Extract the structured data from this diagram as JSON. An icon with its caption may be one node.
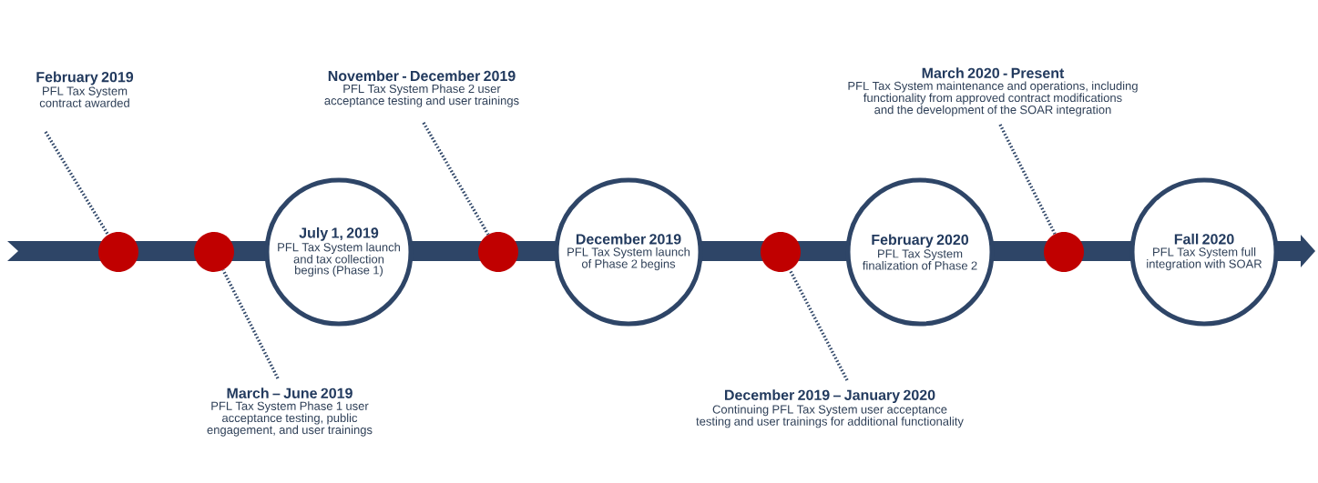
{
  "diagram": {
    "nodes": [
      {
        "text": [
          "February 2019",
          "PFL Tax System contract awarded"
        ]
      },
      {
        "text": [],
        "shape": "circle"
      },
      {
        "text": [],
        "shape": "circle"
      },
      {
        "text": [
          "March – June 2019",
          "PFL Tax System Phase 1 user acceptance testing, public engagement,  and user trainings"
        ]
      },
      {
        "text": [
          "July 1, 2019",
          "PFL Tax System launch and tax collection begins (Phase 1)"
        ]
      },
      {
        "text": [
          "November - December 2019",
          "PFL Tax System Phase 2 user acceptance testing and user trainings"
        ]
      },
      {
        "text": [],
        "shape": "circle"
      },
      {
        "text": [
          "December 2019",
          "PFL Tax System launch of Phase 2 begins"
        ]
      },
      {
        "text": [],
        "shape": "circle"
      },
      {
        "text": [
          "December 2019 – January 2020",
          "Continuing PFL Tax System user acceptance testing and user trainings for additional functionality"
        ]
      },
      {
        "text": [
          "February 2020",
          "PFL Tax System finalization of Phase 2"
        ]
      },
      {
        "text": [
          "March 2020 - Present",
          "PFL Tax System maintenance and operations, including functionality from approved contract modifications and the development of the SOAR integration"
        ]
      },
      {
        "text": [],
        "shape": "circle"
      },
      {
        "text": [
          "Fall 2020",
          "PFL Tax System full integration with SOAR"
        ]
      }
    ],
    "edges": [
      {
        "from": 0,
        "to": 1,
        "arrow": "none"
      },
      {
        "from": 3,
        "to": 2,
        "arrow": "none"
      },
      {
        "from": 5,
        "to": 6,
        "arrow": "none"
      },
      {
        "from": 9,
        "to": 8,
        "arrow": "none"
      },
      {
        "from": 11,
        "to": 12,
        "arrow": "none"
      }
    ]
  }
}
